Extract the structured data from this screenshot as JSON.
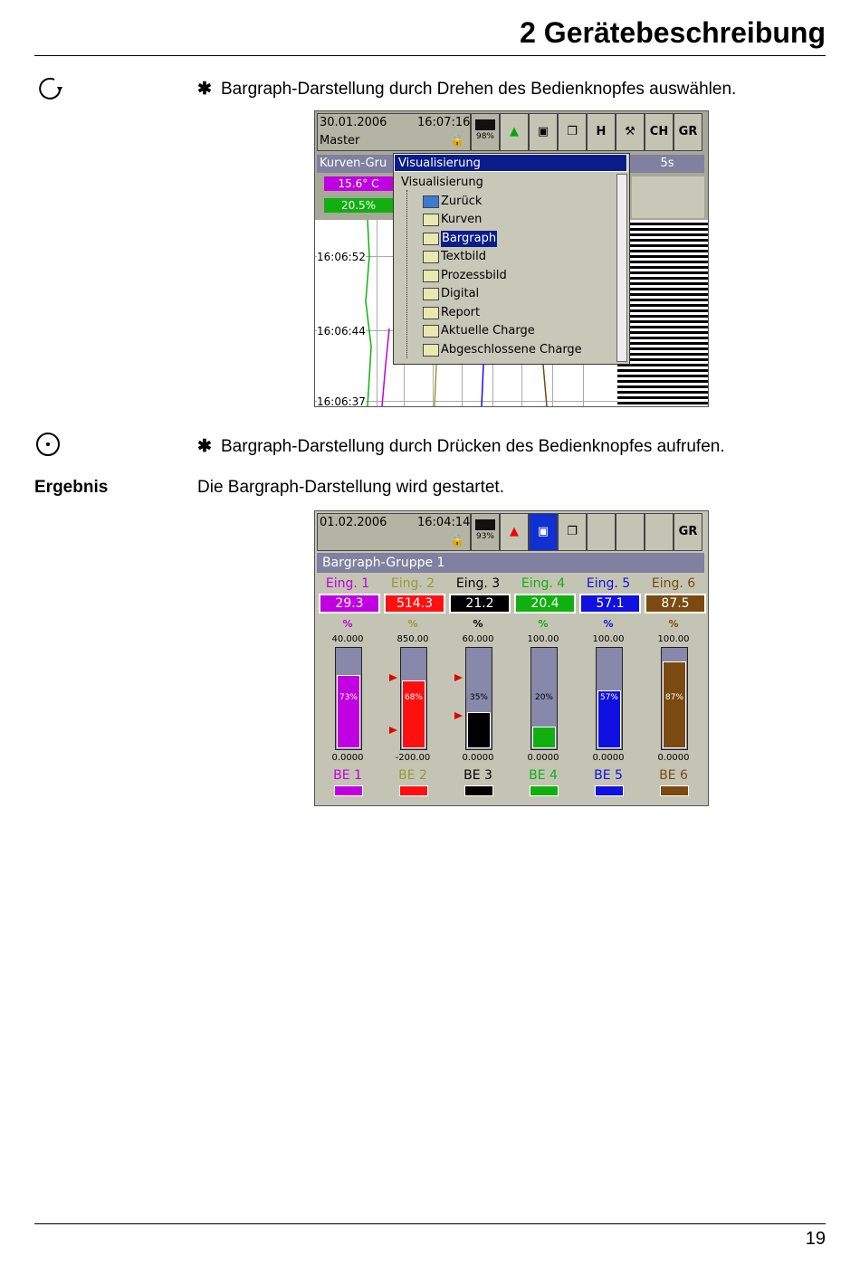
{
  "header": {
    "title": "2 Gerätebeschreibung"
  },
  "steps": [
    {
      "icon": "rotate-icon",
      "bullet": "✱",
      "text": "Bargraph-Darstellung durch Drehen des Bedienknopfes auswählen."
    },
    {
      "icon": "press-icon",
      "bullet": "✱",
      "text": "Bargraph-Darstellung durch Drücken des Bedienknopfes aufrufen."
    }
  ],
  "result": {
    "label": "Ergebnis",
    "text": "Die Bargraph-Darstellung wird gestartet."
  },
  "screen1": {
    "date": "30.01.2006",
    "time": "16:07:16",
    "user": "Master",
    "memory": "98%",
    "toolbar_buttons": [
      "alarm-icon",
      "display-icon",
      "pages-icon",
      "H",
      "tools-icon",
      "CH",
      "GR"
    ],
    "group_partial": "Kurven-Gru",
    "ch1_value": "15.6°  C",
    "ch2_value": "20.5%",
    "interval": "5s",
    "times": [
      "16:06:52",
      "16:06:44",
      "16:06:37"
    ],
    "menu": {
      "title": "Visualisierung",
      "root": "Visualisierung",
      "items": [
        "Zurück",
        "Kurven",
        "Bargraph",
        "Textbild",
        "Prozessbild",
        "Digital",
        "Report",
        "Aktuelle Charge",
        "Abgeschlossene Charge"
      ],
      "selected": "Bargraph"
    }
  },
  "screen2": {
    "date": "01.02.2006",
    "time": "16:04:14",
    "memory": "93%",
    "toolbar_buttons": [
      "alarm-icon",
      "display-icon",
      "pages-icon",
      "",
      "",
      "",
      "GR"
    ],
    "group_title": "Bargraph-Gruppe 1",
    "channels": [
      {
        "name": "Eing. 1",
        "value": "29.3",
        "unit": "%",
        "max": "40.000",
        "min": "0.0000",
        "pct": "73%",
        "fill": 0.73,
        "be": "BE 1",
        "color": "#c000e0"
      },
      {
        "name": "Eing. 2",
        "value": "514.3",
        "unit": "%",
        "max": "850.00",
        "min": "-200.00",
        "pct": "68%",
        "fill": 0.68,
        "be": "BE 2",
        "color": "#ff1010"
      },
      {
        "name": "Eing. 3",
        "value": "21.2",
        "unit": "%",
        "max": "60.000",
        "min": "0.0000",
        "pct": "35%",
        "fill": 0.35,
        "be": "BE 3",
        "color": "#000000"
      },
      {
        "name": "Eing. 4",
        "value": "20.4",
        "unit": "%",
        "max": "100.00",
        "min": "0.0000",
        "pct": "20%",
        "fill": 0.2,
        "be": "BE 4",
        "color": "#10b010"
      },
      {
        "name": "Eing. 5",
        "value": "57.1",
        "unit": "%",
        "max": "100.00",
        "min": "0.0000",
        "pct": "57%",
        "fill": 0.57,
        "be": "BE 5",
        "color": "#1010e0"
      },
      {
        "name": "Eing. 6",
        "value": "87.5",
        "unit": "%",
        "max": "100.00",
        "min": "0.0000",
        "pct": "87%",
        "fill": 0.87,
        "be": "BE 6",
        "color": "#7a4a10"
      }
    ]
  },
  "footer": {
    "page_number": "19"
  }
}
